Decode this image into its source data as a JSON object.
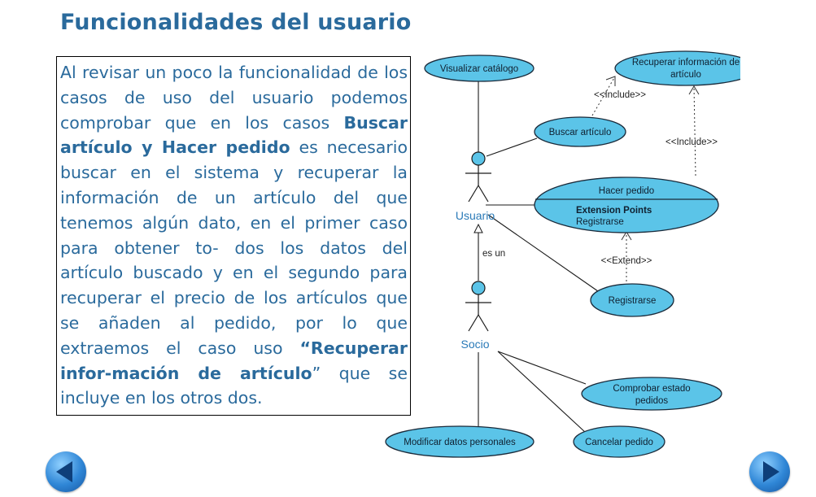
{
  "title": "Funcionalidades del usuario",
  "paragraph": {
    "t1": "Al revisar un poco la funcionalidad de los casos de uso del usuario podemos comprobar que en los casos ",
    "b1": "Buscar artículo y Hacer pedido",
    "t2": " es necesario buscar en el sistema y recuperar la información de un artículo del que tenemos algún dato, en el primer caso para obtener to- dos los datos del artículo buscado y en el segundo para recuperar el precio de los artículos que se añaden al pedido, por lo que extraemos el caso uso ",
    "b2": "“Recuperar infor-mación de artículo",
    "t3": "” que se incluye en los otros dos."
  },
  "diagram": {
    "actors": {
      "usuario": "Usuario",
      "socio": "Socio"
    },
    "use_cases": {
      "visualizar": "Visualizar catálogo",
      "recuperar_1": "Recuperar información de",
      "recuperar_2": "artículo",
      "buscar": "Buscar artículo",
      "hacer_pedido": "Hacer pedido",
      "ext_points": "Extension Points",
      "ext_registrarse": "Registrarse",
      "registrarse": "Registrarse",
      "comprobar_1": "Comprobar estado",
      "comprobar_2": "pedidos",
      "cancelar": "Cancelar pedido",
      "modificar": "Modificar datos personales"
    },
    "relations": {
      "include_1": "<<Include>>",
      "include_2": "<<Include>>",
      "extend": "<<Extend>>",
      "es_un": "es un"
    }
  },
  "nav": {
    "prev_icon": "arrow-left-icon",
    "next_icon": "arrow-right-icon"
  },
  "colors": {
    "title": "#2a6a9c",
    "usecase_fill": "#5bc4e8",
    "usecase_stroke": "#1a2a3a",
    "nav": "#2f86d6"
  }
}
